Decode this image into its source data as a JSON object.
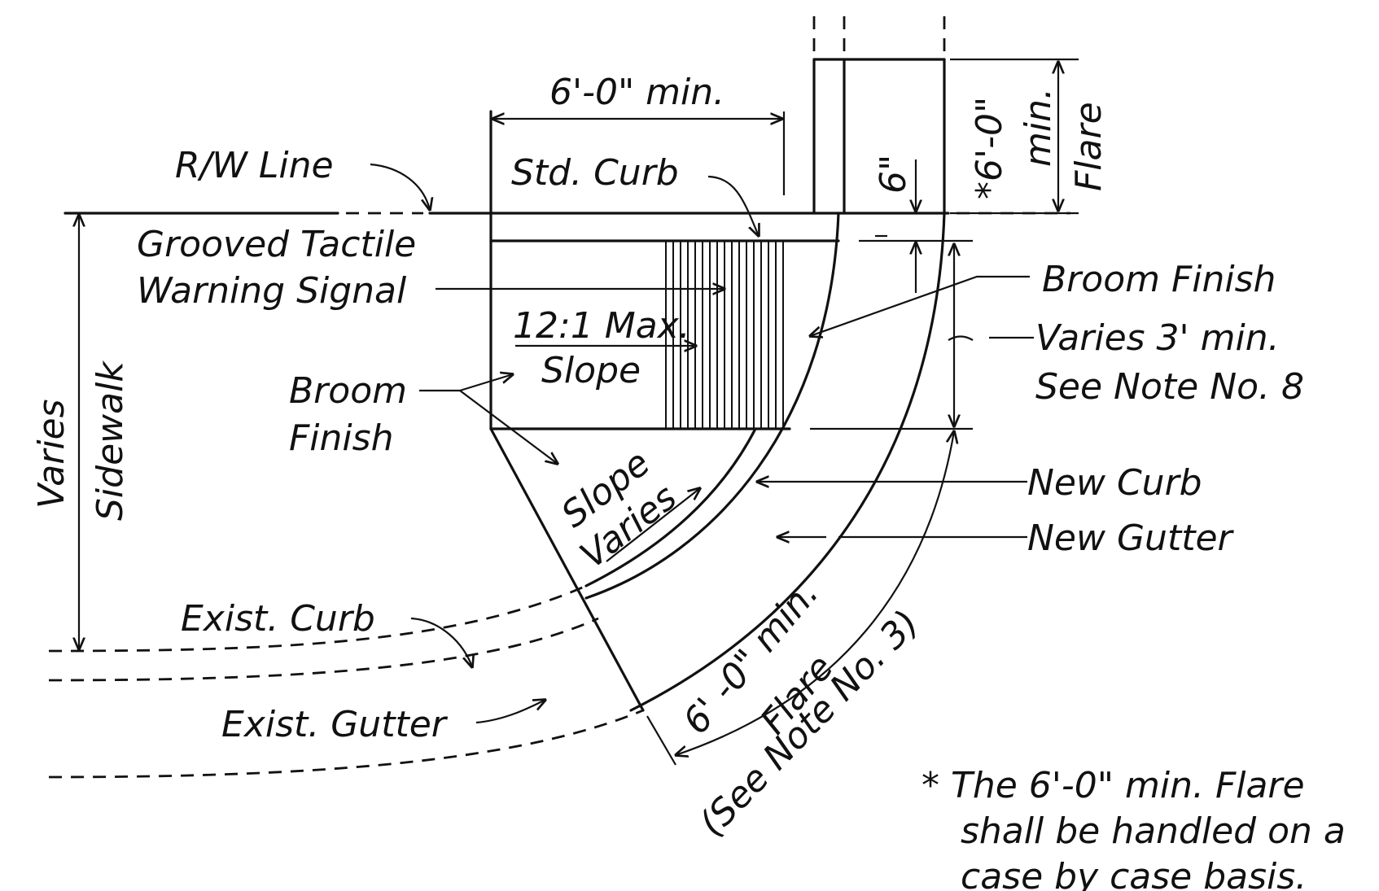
{
  "labels": {
    "rw_line": "R/W Line",
    "std_curb": "Std. Curb",
    "dim_top": "6'-0\" min.",
    "grooved_line1": "Grooved Tactile",
    "grooved_line2": "Warning Signal",
    "slope_max_line1": "12:1 Max.",
    "slope_max_line2": "Slope",
    "broom_left_line1": "Broom",
    "broom_left_line2": "Finish",
    "slope_varies_line1": "Slope",
    "slope_varies_line2": "Varies",
    "varies": "Varies",
    "sidewalk": "Sidewalk",
    "exist_curb": "Exist. Curb",
    "exist_gutter": "Exist. Gutter",
    "broom_right": "Broom Finish",
    "varies_3min": "Varies 3' min.",
    "see_note8": "See Note No. 8",
    "new_curb": "New Curb",
    "new_gutter": "New Gutter",
    "six_inch": "6\"",
    "flare_right_dim": "*6'-0\"",
    "flare_right_min": "min.",
    "flare_right_word": "Flare",
    "arc_dim": "6' -0\" min.",
    "arc_flare": "Flare",
    "arc_note": "(See Note No. 3)",
    "footnote_line1": "* The 6'-0\" min. Flare",
    "footnote_line2": "shall be handled on a",
    "footnote_line3": "case by case basis."
  },
  "colors": {
    "ink": "#111111",
    "paper": "#ffffff"
  }
}
